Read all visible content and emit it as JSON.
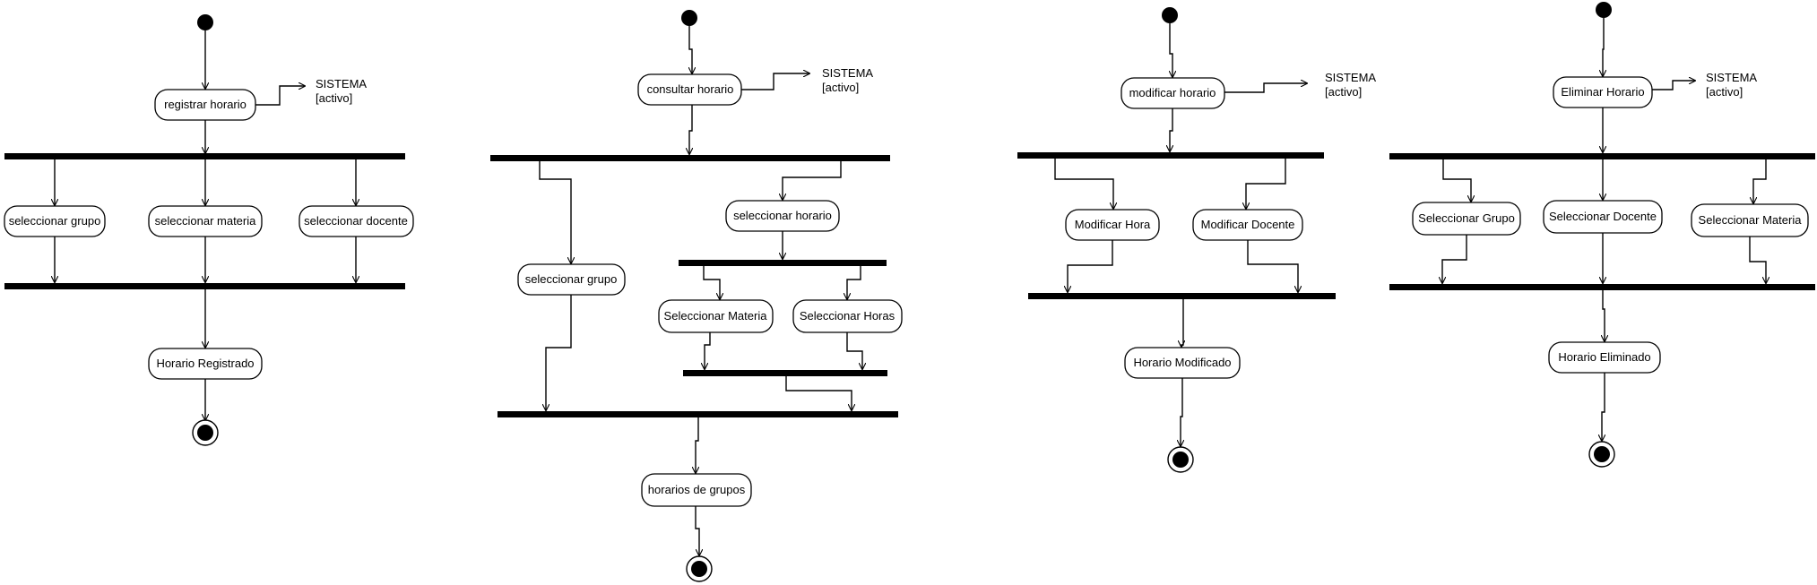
{
  "colors": {
    "stroke": "#000000",
    "background": "#ffffff"
  },
  "diagrams": [
    {
      "main_action": "registrar horario",
      "object_name": "SISTEMA",
      "object_state": "[activo]",
      "parallel_actions": [
        "seleccionar grupo",
        "seleccionar materia",
        "seleccionar docente"
      ],
      "result_action": "Horario Registrado"
    },
    {
      "main_action": "consultar horario",
      "object_name": "SISTEMA",
      "object_state": "[activo]",
      "parallel_actions": [
        "seleccionar grupo",
        "seleccionar horario"
      ],
      "sub_parallel_actions": [
        "Seleccionar Materia",
        "Seleccionar Horas"
      ],
      "result_action": "horarios de grupos"
    },
    {
      "main_action": "modificar horario",
      "object_name": "SISTEMA",
      "object_state": "[activo]",
      "parallel_actions": [
        "Modificar Hora",
        "Modificar Docente"
      ],
      "result_action": "Horario Modificado"
    },
    {
      "main_action": "Eliminar Horario",
      "object_name": "SISTEMA",
      "object_state": "[activo]",
      "parallel_actions": [
        "Seleccionar Grupo",
        "Seleccionar Docente",
        "Seleccionar Materia"
      ],
      "result_action": "Horario Eliminado"
    }
  ]
}
